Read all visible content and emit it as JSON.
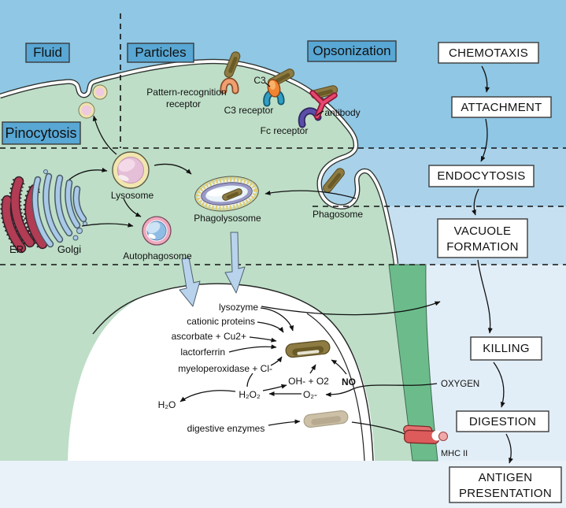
{
  "zones": {
    "fluid": "Fluid",
    "particles": "Particles",
    "opsonization": "Opsonization",
    "pinocytosis": "Pinocytosis"
  },
  "flowchart": {
    "chemotaxis": "CHEMOTAXIS",
    "attachment": "ATTACHMENT",
    "endocytosis": "ENDOCYTOSIS",
    "vacuole_line1": "VACUOLE",
    "vacuole_line2": "FORMATION",
    "killing": "KILLING",
    "digestion": "DIGESTION",
    "antigen_line1": "ANTIGEN",
    "antigen_line2": "PRESENTATION"
  },
  "membrane_labels": {
    "pattern_recognition_line1": "Pattern-recognition",
    "pattern_recognition_line2": "receptor",
    "c3": "C3",
    "c3_receptor": "C3 receptor",
    "antibody": "antibody",
    "fc_receptor": "Fc receptor"
  },
  "organelles": {
    "er": "ER",
    "golgi": "Golgi",
    "lysosome": "Lysosome",
    "autophagosome": "Autophagosome",
    "phagolysosome": "Phagolysosome",
    "phagosome": "Phagosome"
  },
  "vacuole_chemistry": {
    "lysozyme": "lysozyme",
    "cationic_proteins": "cationic proteins",
    "ascorbate": "ascorbate + Cu2+",
    "lactorferrin": "lactorferrin",
    "myeloperoxidase": "myeloperoxidase + Cl-",
    "oh_o2": "OH- + O2",
    "no": "NO",
    "h2o2": "H₂O₂",
    "o2_minus": "O₂-",
    "h2o": "H₂O",
    "digestive_enzymes": "digestive enzymes"
  },
  "side_labels": {
    "oxygen": "OXYGEN",
    "mhc_ii": "MHC II"
  },
  "colors": {
    "extracellular_top": "#8FC7E5",
    "band2": "#A9D2EA",
    "band3": "#C6E0F1",
    "band4": "#E2EEF7",
    "band5": "#E9F2F9",
    "cytoplasm_green": "#BEDEC7",
    "membrane_band_green": "#6CBC8B",
    "label_box_blue": "#58A7D4",
    "bacterium_olive": "#8D7B43",
    "er_red": "#B13C54",
    "golgi_blue": "#A9C9E8",
    "lysosome_ring_yellow": "#F0E6AE",
    "antibody_pink": "#E8486E",
    "fc_receptor_purple": "#5B4EA8",
    "c3_receptor_teal": "#2E9EC6",
    "prr_salmon": "#F0A070",
    "mhc_red": "#DD5B5B"
  }
}
